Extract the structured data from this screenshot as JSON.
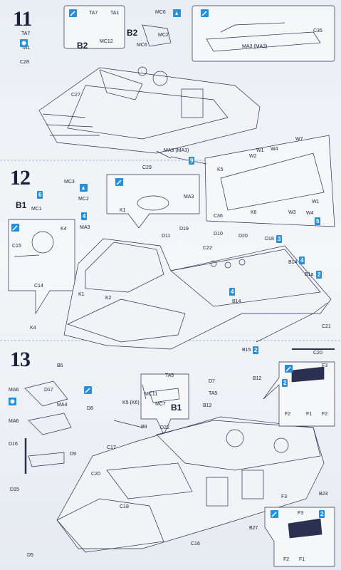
{
  "steps": [
    {
      "number": "11"
    },
    {
      "number": "12"
    },
    {
      "number": "13"
    }
  ],
  "step11": {
    "inset_b2": {
      "group": "B2",
      "labels": [
        "TA7",
        "TA1",
        "MC12"
      ]
    },
    "inset_mc": {
      "group": "B2",
      "labels": [
        "MC6",
        "MC2",
        "MC6"
      ]
    },
    "inset_c35": {
      "labels": [
        "C35",
        "MA3 (MA3)"
      ]
    },
    "left_labels": [
      "TA7",
      "TA1",
      "C28",
      "C27"
    ],
    "callouts": [
      "C29",
      "MA3 (MA3)",
      "9"
    ],
    "right_inset": {
      "labels": [
        "W7",
        "K5",
        "W2",
        "W1",
        "W4",
        "C36",
        "K6",
        "W3",
        "W4",
        "W1",
        "5"
      ]
    }
  },
  "step12": {
    "group": "B1",
    "top_labels": [
      "MC3",
      "MC2",
      "MC1",
      "6"
    ],
    "mid_inset": {
      "labels": [
        "MA3",
        "K1"
      ]
    },
    "left_inset": {
      "labels": [
        "K4",
        "C15",
        "C14"
      ]
    },
    "parts": [
      "MA3",
      "4",
      "D11",
      "D19",
      "D10",
      "D20",
      "D18",
      "3",
      "C22",
      "B14",
      "4",
      "B1a",
      "2",
      "4",
      "B14",
      "C21",
      "K1",
      "K2",
      "K4",
      "B6",
      "B15",
      "2",
      "C20"
    ]
  },
  "step13": {
    "left_labels": [
      "MA6",
      "D17",
      "MA4",
      "D8",
      "MA6",
      "D9",
      "D16",
      "D15"
    ],
    "center_labels": [
      "TA5",
      "MC11",
      "MC7",
      "B1",
      "D7",
      "TA5",
      "K5 (K6)",
      "B12",
      "D22",
      "B8",
      "B12",
      "C17",
      "C20",
      "C18",
      "C16",
      "D5",
      "B23",
      "F3",
      "B27"
    ],
    "right_inset_top": {
      "labels": [
        "2",
        "F3",
        "F2",
        "F1",
        "F2"
      ]
    },
    "right_inset_bottom": {
      "labels": [
        "2",
        "F3",
        "F2",
        "F1"
      ]
    }
  }
}
